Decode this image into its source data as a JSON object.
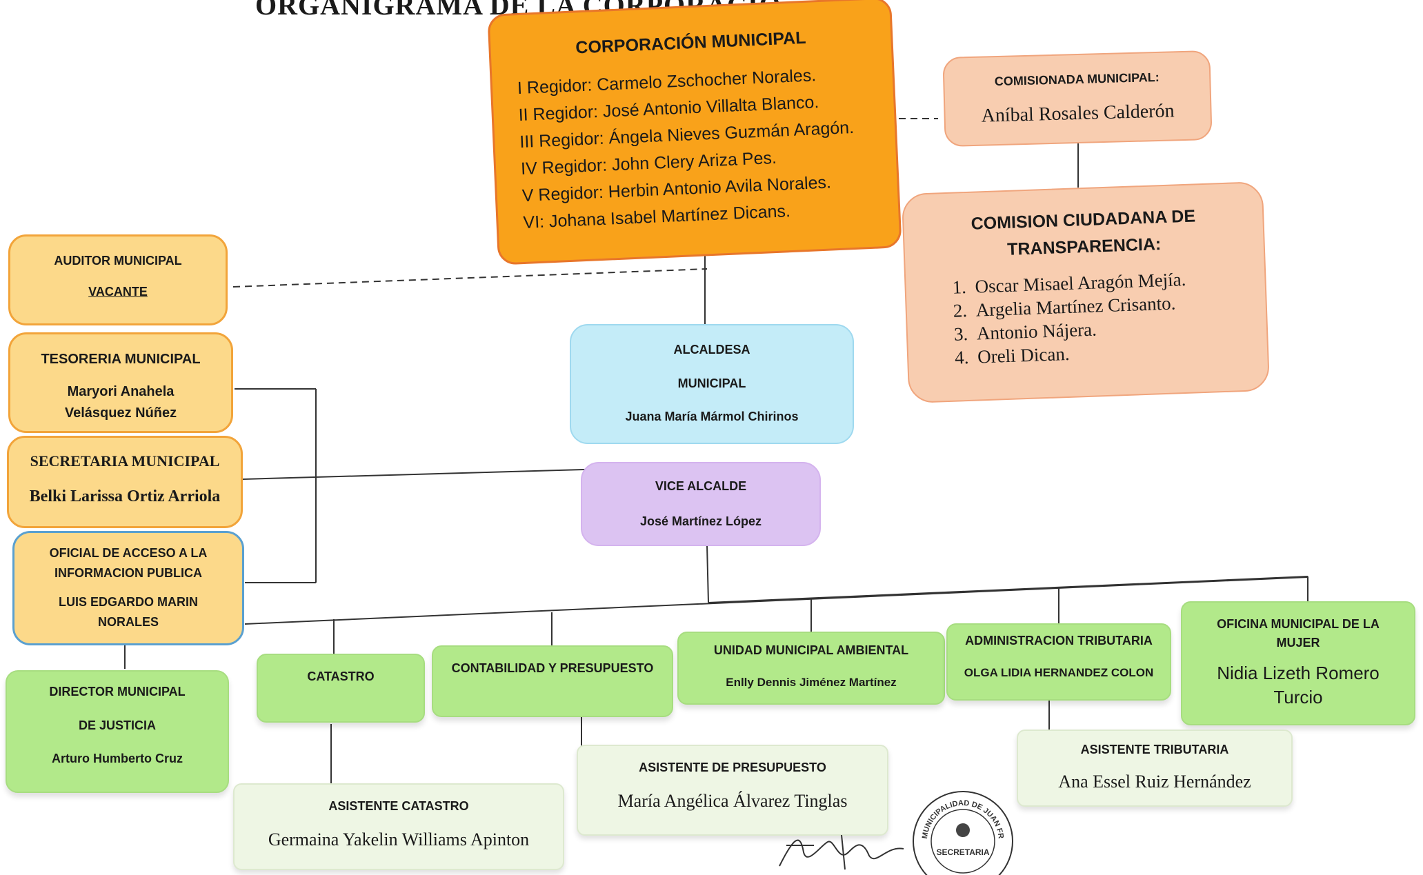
{
  "document_title": "ORGANIGRAMA DE LA CORPORACIO",
  "corporacion": {
    "title": "CORPORACIÓN MUNICIPAL",
    "regidores": [
      "I Regidor: Carmelo Zschocher Norales.",
      "II Regidor: José Antonio Villalta Blanco.",
      "III Regidor: Ángela Nieves Guzmán Aragón.",
      "IV Regidor: John Clery Ariza Pes.",
      "V Regidor: Herbin Antonio Avila Norales.",
      "VI: Johana Isabel Martínez Dicans."
    ]
  },
  "comisionada": {
    "title": "COMISIONADA MUNICIPAL:",
    "name": "Aníbal Rosales Calderón"
  },
  "comision": {
    "title_1": "COMISION CIUDADANA DE",
    "title_2": "TRANSPARENCIA:",
    "members": [
      "Oscar Misael Aragón Mejía.",
      "Argelia Martínez Crisanto.",
      "Antonio Nájera.",
      "Oreli Dican."
    ]
  },
  "auditor": {
    "title": "AUDITOR MUNICIPAL",
    "value": "VACANTE"
  },
  "tesoreria": {
    "title": "TESORERIA MUNICIPAL",
    "name_1": "Maryori Anahela",
    "name_2": "Velásquez Núñez"
  },
  "secretaria": {
    "title": "SECRETARIA MUNICIPAL",
    "name": "Belki Larissa Ortiz Arriola"
  },
  "oficial": {
    "title_1": "OFICIAL DE ACCESO A LA",
    "title_2": "INFORMACION PUBLICA",
    "name_1": "LUIS EDGARDO MARIN",
    "name_2": "NORALES"
  },
  "alcaldesa": {
    "title_1": "ALCALDESA",
    "title_2": "MUNICIPAL",
    "name": "Juana María Mármol Chirinos"
  },
  "vice": {
    "title": "VICE ALCALDE",
    "name": "José Martínez López"
  },
  "director_justicia": {
    "title_1": "DIRECTOR MUNICIPAL",
    "title_2": "DE JUSTICIA",
    "name": "Arturo Humberto Cruz"
  },
  "catastro": {
    "title": "CATASTRO"
  },
  "contabilidad": {
    "title": "CONTABILIDAD Y PRESUPUESTO"
  },
  "ambiental": {
    "title": "UNIDAD MUNICIPAL AMBIENTAL",
    "name": "Enlly Dennis Jiménez Martínez"
  },
  "tributaria": {
    "title": "ADMINISTRACION TRIBUTARIA",
    "name": "OLGA LIDIA HERNANDEZ COLON"
  },
  "mujer": {
    "title_1": "OFICINA MUNICIPAL DE LA",
    "title_2": "MUJER",
    "name_1": "Nidia Lizeth Romero",
    "name_2": "Turcio"
  },
  "asistente_catastro": {
    "title": "ASISTENTE CATASTRO",
    "name": "Germaina Yakelin Williams Apinton"
  },
  "asistente_presupuesto": {
    "title": "ASISTENTE DE PRESUPUESTO",
    "name": "María Angélica Álvarez Tinglas"
  },
  "asistente_tributaria": {
    "title": "ASISTENTE TRIBUTARIA",
    "name": "Ana Essel Ruiz Hernández"
  },
  "stamp": {
    "text": "MUNICIPALIDAD DE JUAN FRANCISCO BULNES",
    "center": "SECRETARIA"
  },
  "colors": {
    "orange": "#f9a21a",
    "peach": "#f8cdb0",
    "yellow": "#fcd98a",
    "blue": "#c4ecf8",
    "purple": "#dcc3f2",
    "green": "#b2e98a"
  }
}
